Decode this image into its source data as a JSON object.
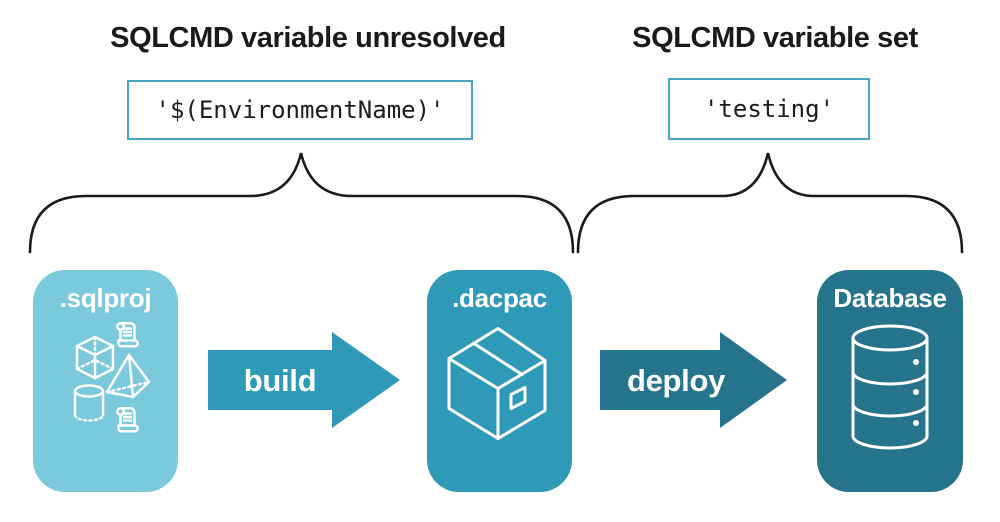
{
  "annotations": {
    "left": {
      "title": "SQLCMD variable unresolved",
      "code": "'$(EnvironmentName)'"
    },
    "right": {
      "title": "SQLCMD variable set",
      "code": "'testing'"
    }
  },
  "pipeline": {
    "nodes": [
      {
        "label": ".sqlproj",
        "icon": "sql-project-objects-icon",
        "color": "#7bc9dc"
      },
      {
        "label": ".dacpac",
        "icon": "package-box-icon",
        "color": "#2e9ab8"
      },
      {
        "label": "Database",
        "icon": "database-cylinder-icon",
        "color": "#26748c"
      }
    ],
    "arrows": [
      {
        "label": "build",
        "color": "#2e9ab8"
      },
      {
        "label": "deploy",
        "color": "#26748c"
      }
    ]
  },
  "colors": {
    "background": "#ffffff",
    "code_box_border": "#4aa5c4",
    "heading_text": "#1a1a1a",
    "code_text": "#1c1c1c",
    "brace_stroke": "#1a1a1a",
    "icon_stroke": "#ffffff"
  }
}
